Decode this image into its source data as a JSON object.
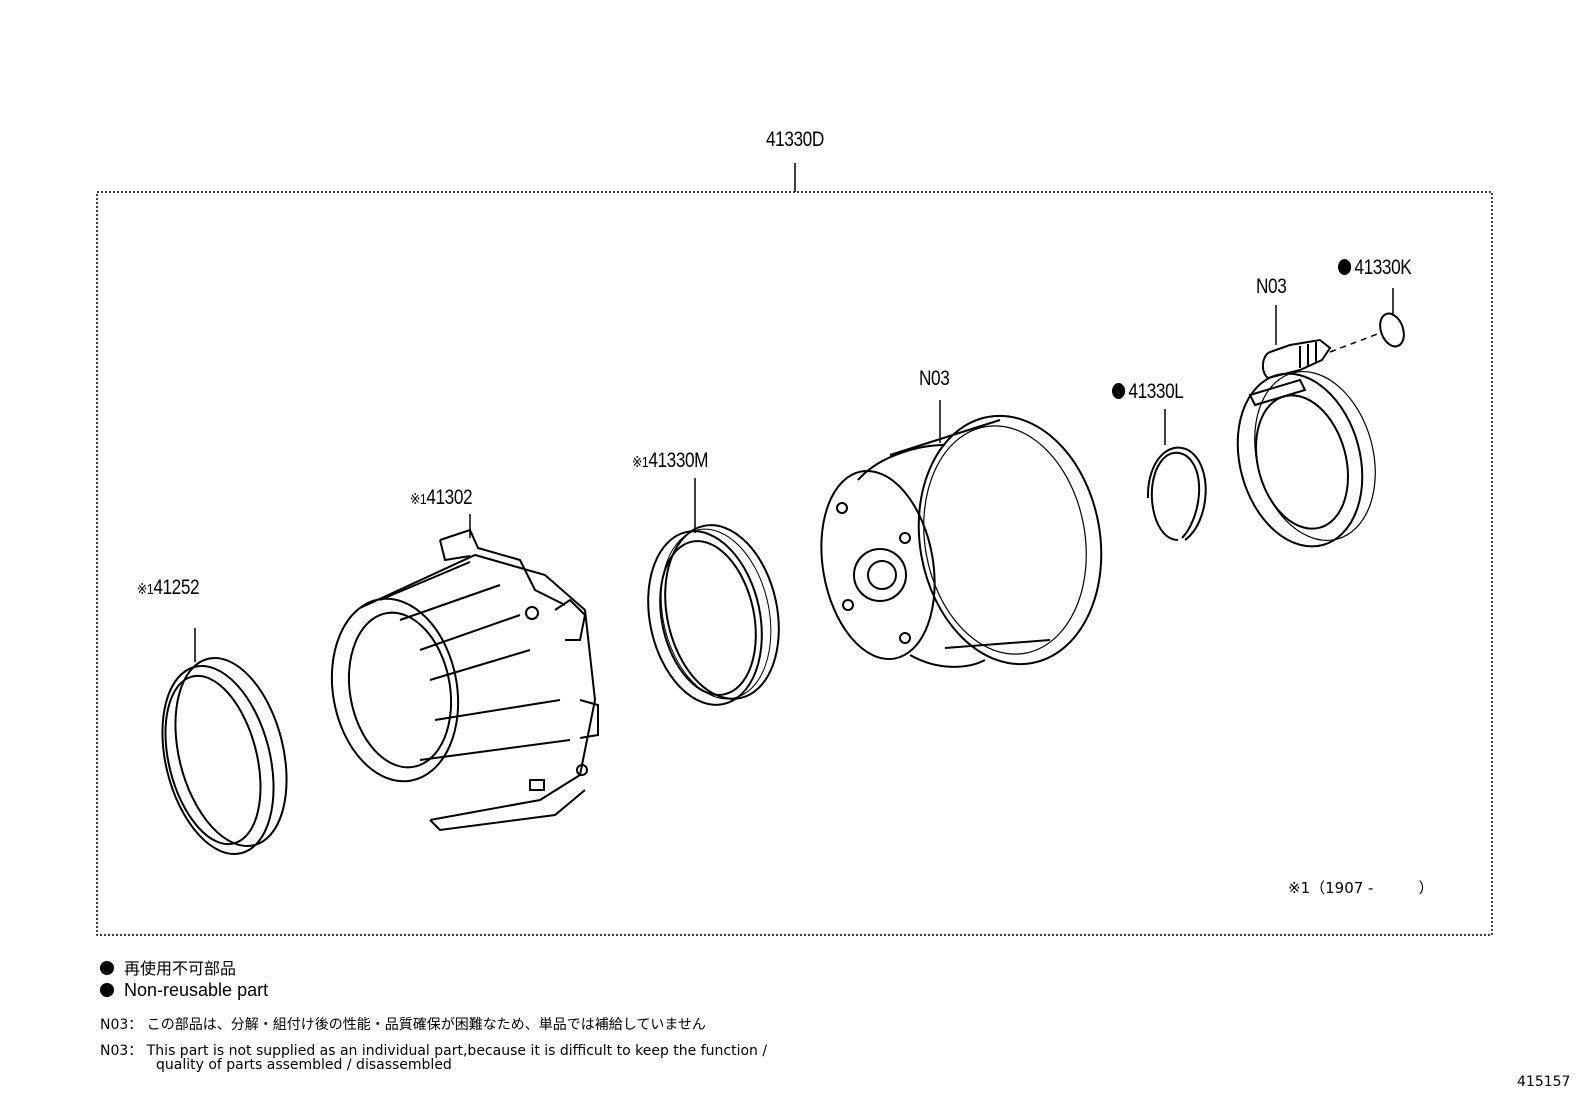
{
  "labels": {
    "assembly": "41330D",
    "oring_top": "41330K",
    "sensor": "N03",
    "snap_ring": "41330L",
    "hub": "N03",
    "seal_mid": "41330M",
    "housing": "41302",
    "seal_left": "41252",
    "ref_mark": "※1",
    "date_note": "※1（1907 -　　　）"
  },
  "legend": {
    "ja": "再使用不可部品",
    "en": "Non-reusable part"
  },
  "notes": {
    "prefix": "N03：",
    "ja": "この部品は、分解・組付け後の性能・品質確保が困難なため、単品では補給していません",
    "en_line1": "This part is not supplied as an individual part,because it is difficult to keep the function /",
    "en_line2": "quality of parts assembled / disassembled"
  },
  "figure_id": "415157"
}
